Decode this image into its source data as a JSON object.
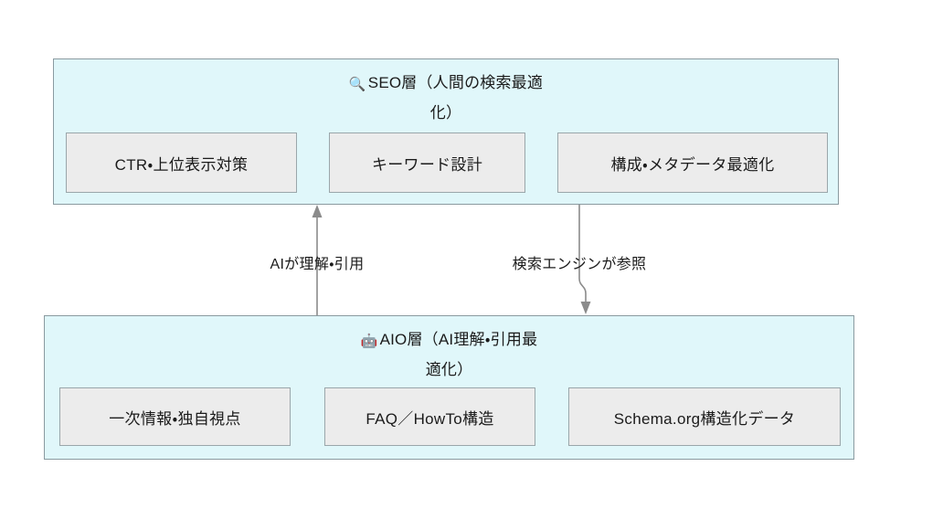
{
  "diagram": {
    "background_color": "#ffffff",
    "layer_fill": "#e0f7fa",
    "layer_border": "#8a9aa0",
    "card_fill": "#ececec",
    "card_border": "#9aa6aa",
    "connector_color": "#8b8b8b"
  },
  "layers": [
    {
      "id": "seo",
      "icon": "magnifying-glass-icon",
      "icon_glyph": "🔍",
      "title": "SEO層（人間の検索最適\n化）",
      "cards": [
        {
          "label": "CTR・上位表示対策"
        },
        {
          "label": "キーワード設計"
        },
        {
          "label": "構成・メタデータ最適化"
        }
      ]
    },
    {
      "id": "aio",
      "icon": "robot-icon",
      "icon_glyph": "🤖",
      "title": "AIO層（AI理解・引用最\n適化）",
      "cards": [
        {
          "label": "一次情報・独自視点"
        },
        {
          "label": "FAQ／HowTo構造"
        },
        {
          "label": "Schema.org構造化データ"
        }
      ]
    }
  ],
  "connectors": [
    {
      "id": "ai-understands",
      "label": "AIが理解・引用",
      "direction": "up",
      "from": "aio",
      "to": "seo"
    },
    {
      "id": "search-engine",
      "label": "検索エンジンが参照",
      "direction": "down",
      "from": "seo",
      "to": "aio"
    }
  ]
}
